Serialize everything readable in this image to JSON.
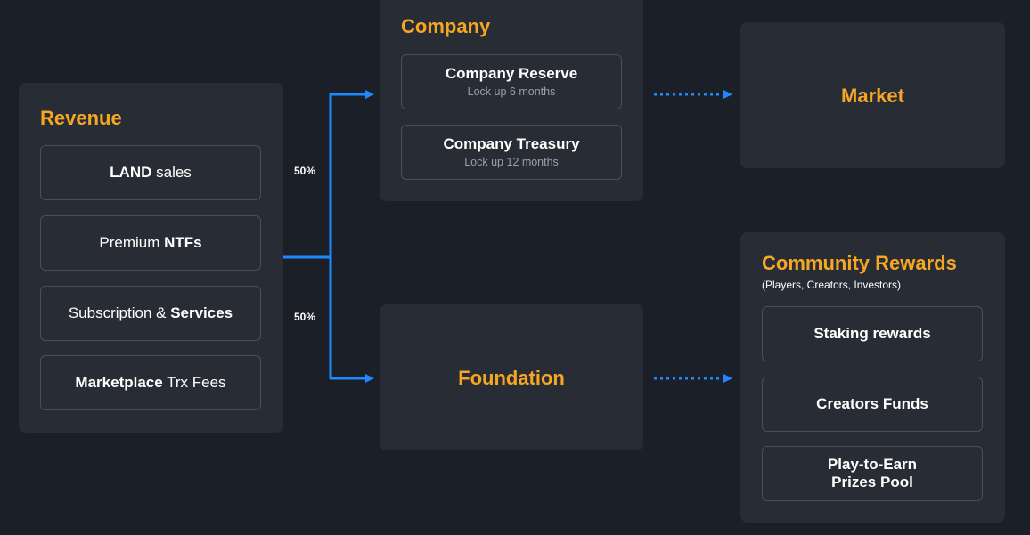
{
  "colors": {
    "background": "#1b1f27",
    "panel": "#282c34",
    "accent": "#f5a623",
    "arrow": "#1e88ff",
    "border": "#4a4f59"
  },
  "revenue": {
    "title": "Revenue",
    "items": [
      {
        "bold": "LAND",
        "rest": " sales",
        "order": "bold-first"
      },
      {
        "rest": "Premium ",
        "bold": "NTFs",
        "order": "plain-first"
      },
      {
        "rest": "Subscription & ",
        "bold": "Services",
        "order": "plain-first"
      },
      {
        "bold": "Marketplace",
        "rest": " Trx Fees",
        "order": "bold-first"
      }
    ]
  },
  "split": {
    "top_pct": "50%",
    "bottom_pct": "50%"
  },
  "company": {
    "title": "Company",
    "reserve": {
      "label": "Company Reserve",
      "sub": "Lock up 6 months"
    },
    "treasury": {
      "label": "Company Treasury",
      "sub": "Lock up 12 months"
    }
  },
  "foundation": {
    "title": "Foundation"
  },
  "market": {
    "title": "Market"
  },
  "community": {
    "title": "Community Rewards",
    "subtitle": "(Players, Creators, Investors)",
    "items": [
      {
        "line1": "Staking rewards",
        "line2": ""
      },
      {
        "line1": "Creators Funds",
        "line2": ""
      },
      {
        "line1": "Play-to-Earn",
        "line2": "Prizes Pool"
      }
    ]
  }
}
